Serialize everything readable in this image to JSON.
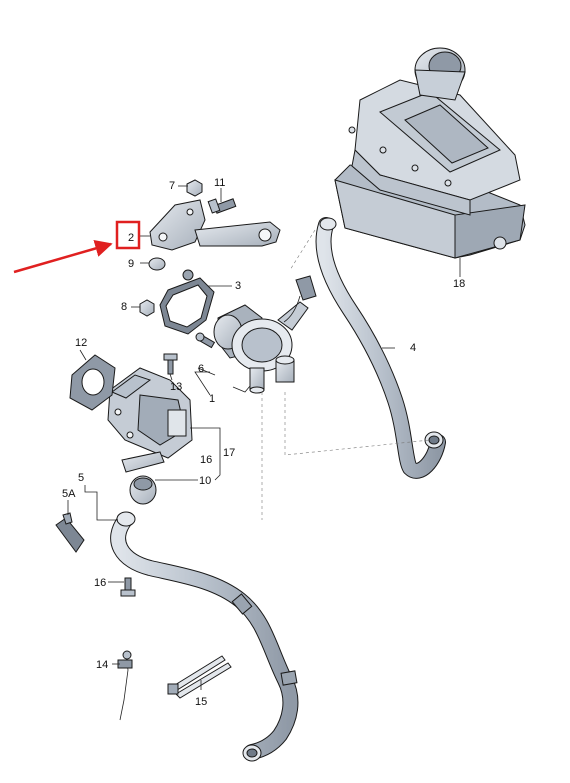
{
  "callouts": {
    "c1": "1",
    "c2": "2",
    "c3": "3",
    "c4": "4",
    "c5": "5",
    "c5a": "5A",
    "c6": "6",
    "c7": "7",
    "c8": "8",
    "c9": "9",
    "c10": "10",
    "c11": "11",
    "c12": "12",
    "c13": "13",
    "c14": "14",
    "c15": "15",
    "c16a": "16",
    "c16b": "16",
    "c17": "17",
    "c18": "18"
  },
  "highlight": {
    "target_callout": "2",
    "box_color": "#e02020",
    "arrow_color": "#e02020"
  },
  "colors": {
    "part_fill": "#c9d0d8",
    "part_shade": "#a9b2bd",
    "part_light": "#e3e7ec",
    "line": "#1a1a1a"
  }
}
